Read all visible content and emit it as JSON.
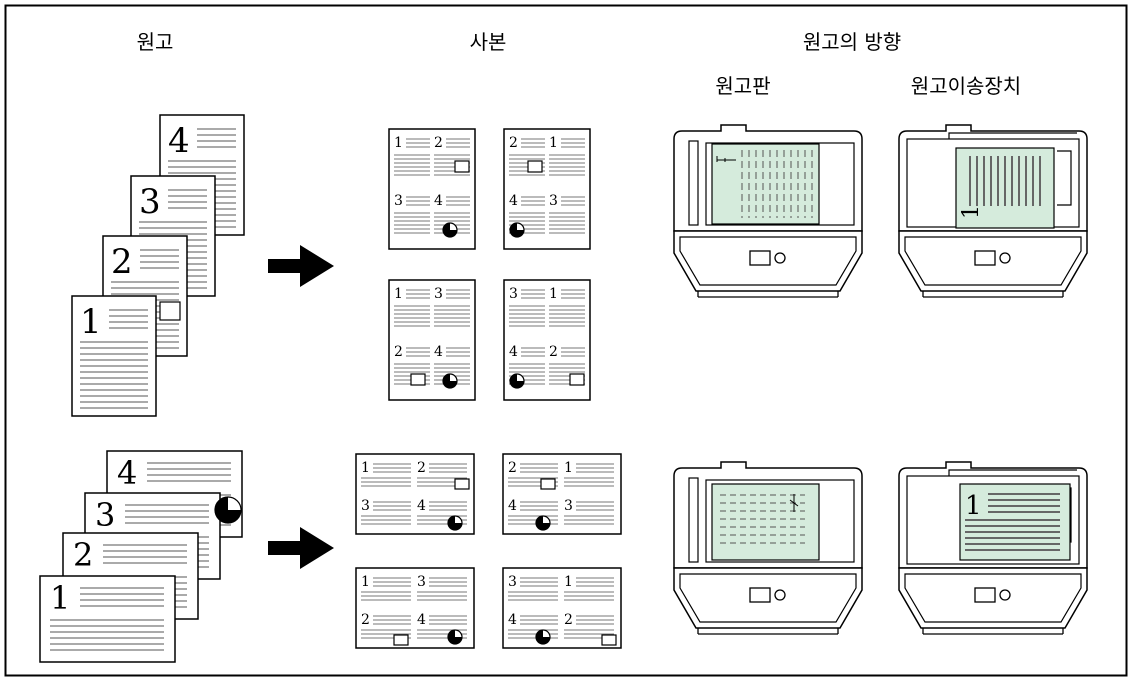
{
  "headers": {
    "original": "원고",
    "copies": "사본",
    "orientation": "원고의 방향",
    "platen": "원고판",
    "feeder": "원고이송장치"
  },
  "page_numbers": [
    "1",
    "2",
    "3",
    "4"
  ],
  "colors": {
    "line": "#000000",
    "text_line": "#777777",
    "original_fill": "#d5ebdc"
  }
}
